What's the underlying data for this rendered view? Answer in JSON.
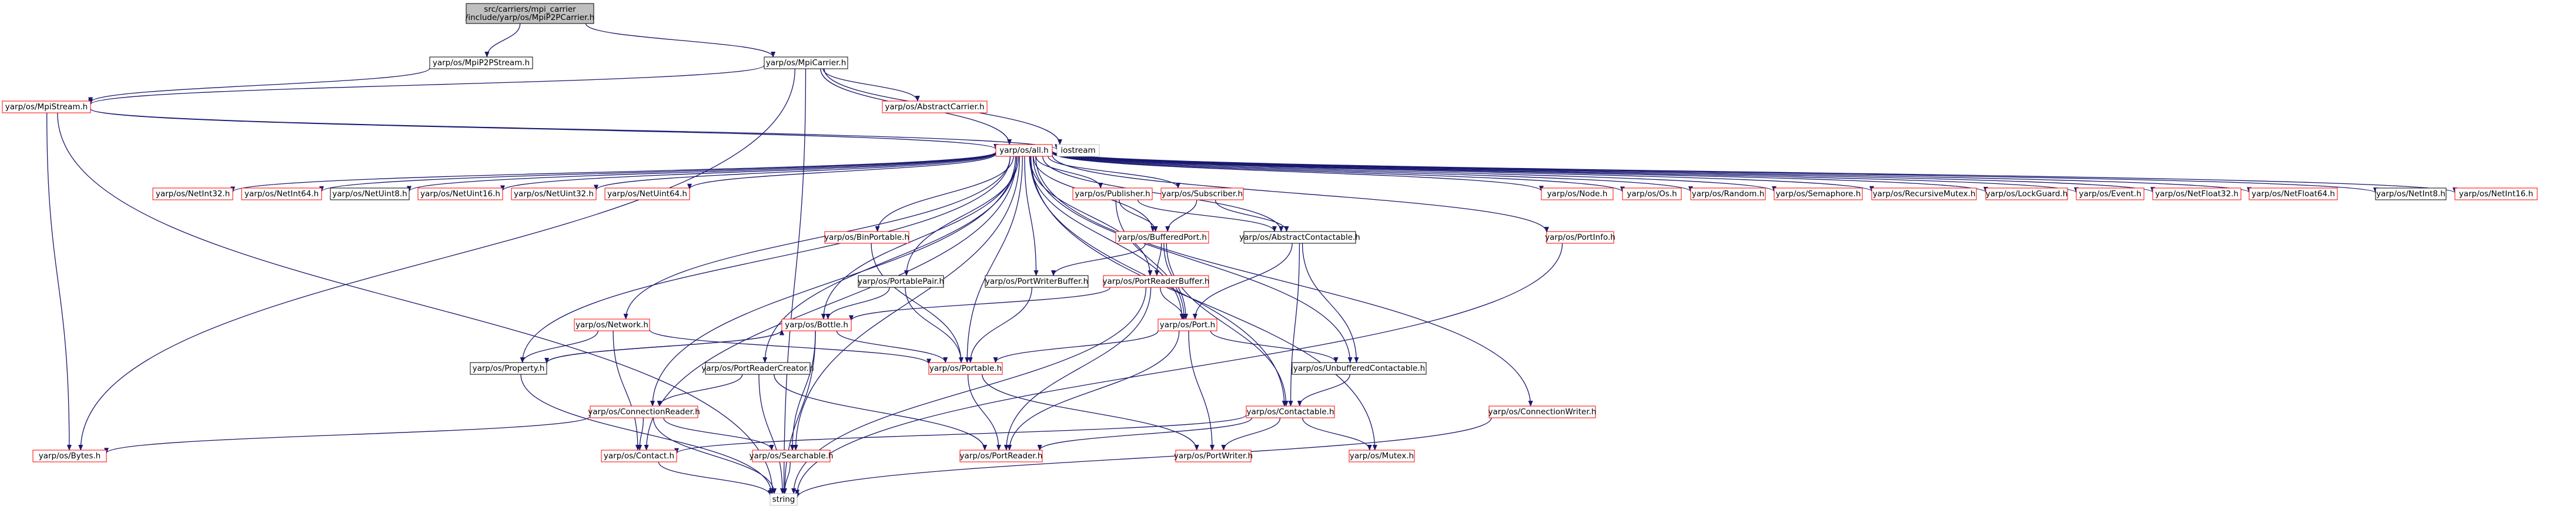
{
  "nodes": [
    {
      "id": "root",
      "lines": [
        "src/carriers/mpi_carrier",
        "/include/yarp/os/MpiP2PCarrier.h"
      ],
      "style": "root"
    },
    {
      "id": "p2pstream",
      "lines": [
        "yarp/os/MpiP2PStream.h"
      ],
      "style": "black"
    },
    {
      "id": "mpicarrier",
      "lines": [
        "yarp/os/MpiCarrier.h"
      ],
      "style": "black"
    },
    {
      "id": "mpistream",
      "lines": [
        "yarp/os/MpiStream.h"
      ],
      "style": "red"
    },
    {
      "id": "abstractcarrier",
      "lines": [
        "yarp/os/AbstractCarrier.h"
      ],
      "style": "red"
    },
    {
      "id": "iostream",
      "lines": [
        "iostream"
      ],
      "style": "gray"
    },
    {
      "id": "all",
      "lines": [
        "yarp/os/all.h"
      ],
      "style": "red"
    },
    {
      "id": "netint32",
      "lines": [
        "yarp/os/NetInt32.h"
      ],
      "style": "red"
    },
    {
      "id": "netint64",
      "lines": [
        "yarp/os/NetInt64.h"
      ],
      "style": "red"
    },
    {
      "id": "netuint8",
      "lines": [
        "yarp/os/NetUint8.h"
      ],
      "style": "black"
    },
    {
      "id": "netuint16",
      "lines": [
        "yarp/os/NetUint16.h"
      ],
      "style": "red"
    },
    {
      "id": "netuint32",
      "lines": [
        "yarp/os/NetUint32.h"
      ],
      "style": "red"
    },
    {
      "id": "netuint64",
      "lines": [
        "yarp/os/NetUint64.h"
      ],
      "style": "red"
    },
    {
      "id": "publisher",
      "lines": [
        "yarp/os/Publisher.h"
      ],
      "style": "red"
    },
    {
      "id": "subscriber",
      "lines": [
        "yarp/os/Subscriber.h"
      ],
      "style": "red"
    },
    {
      "id": "node",
      "lines": [
        "yarp/os/Node.h"
      ],
      "style": "red"
    },
    {
      "id": "os",
      "lines": [
        "yarp/os/Os.h"
      ],
      "style": "red"
    },
    {
      "id": "random",
      "lines": [
        "yarp/os/Random.h"
      ],
      "style": "red"
    },
    {
      "id": "semaphore",
      "lines": [
        "yarp/os/Semaphore.h"
      ],
      "style": "red"
    },
    {
      "id": "recmutex",
      "lines": [
        "yarp/os/RecursiveMutex.h"
      ],
      "style": "red"
    },
    {
      "id": "lockguard",
      "lines": [
        "yarp/os/LockGuard.h"
      ],
      "style": "red"
    },
    {
      "id": "event",
      "lines": [
        "yarp/os/Event.h"
      ],
      "style": "red"
    },
    {
      "id": "netfloat32",
      "lines": [
        "yarp/os/NetFloat32.h"
      ],
      "style": "red"
    },
    {
      "id": "netfloat64",
      "lines": [
        "yarp/os/NetFloat64.h"
      ],
      "style": "red"
    },
    {
      "id": "netint8",
      "lines": [
        "yarp/os/NetInt8.h"
      ],
      "style": "black"
    },
    {
      "id": "netint16",
      "lines": [
        "yarp/os/NetInt16.h"
      ],
      "style": "red"
    },
    {
      "id": "binportable",
      "lines": [
        "yarp/os/BinPortable.h"
      ],
      "style": "red"
    },
    {
      "id": "bufferedport",
      "lines": [
        "yarp/os/BufferedPort.h"
      ],
      "style": "red"
    },
    {
      "id": "abscontactable",
      "lines": [
        "yarp/os/AbstractContactable.h"
      ],
      "style": "black"
    },
    {
      "id": "portinfo",
      "lines": [
        "yarp/os/PortInfo.h"
      ],
      "style": "red"
    },
    {
      "id": "portablepair",
      "lines": [
        "yarp/os/PortablePair.h"
      ],
      "style": "black"
    },
    {
      "id": "portwriterbuffer",
      "lines": [
        "yarp/os/PortWriterBuffer.h"
      ],
      "style": "black"
    },
    {
      "id": "portreaderbuffer",
      "lines": [
        "yarp/os/PortReaderBuffer.h"
      ],
      "style": "red"
    },
    {
      "id": "network",
      "lines": [
        "yarp/os/Network.h"
      ],
      "style": "red"
    },
    {
      "id": "bottle",
      "lines": [
        "yarp/os/Bottle.h"
      ],
      "style": "red"
    },
    {
      "id": "port",
      "lines": [
        "yarp/os/Port.h"
      ],
      "style": "red"
    },
    {
      "id": "property",
      "lines": [
        "yarp/os/Property.h"
      ],
      "style": "black"
    },
    {
      "id": "portablehdr",
      "lines": [
        "yarp/os/Portable.h"
      ],
      "style": "red"
    },
    {
      "id": "unbuffered",
      "lines": [
        "yarp/os/UnbufferedContactable.h"
      ],
      "style": "black"
    },
    {
      "id": "portreadercreator",
      "lines": [
        "yarp/os/PortReaderCreator.h"
      ],
      "style": "black"
    },
    {
      "id": "connectionreader",
      "lines": [
        "yarp/os/ConnectionReader.h"
      ],
      "style": "red"
    },
    {
      "id": "contactable",
      "lines": [
        "yarp/os/Contactable.h"
      ],
      "style": "red"
    },
    {
      "id": "connectionwriter",
      "lines": [
        "yarp/os/ConnectionWriter.h"
      ],
      "style": "red"
    },
    {
      "id": "bytes",
      "lines": [
        "yarp/os/Bytes.h"
      ],
      "style": "red"
    },
    {
      "id": "contact",
      "lines": [
        "yarp/os/Contact.h"
      ],
      "style": "red"
    },
    {
      "id": "searchable",
      "lines": [
        "yarp/os/Searchable.h"
      ],
      "style": "red"
    },
    {
      "id": "portreader",
      "lines": [
        "yarp/os/PortReader.h"
      ],
      "style": "red"
    },
    {
      "id": "portwriter",
      "lines": [
        "yarp/os/PortWriter.h"
      ],
      "style": "red"
    },
    {
      "id": "mutex",
      "lines": [
        "yarp/os/Mutex.h"
      ],
      "style": "red"
    },
    {
      "id": "string",
      "lines": [
        "string"
      ],
      "style": "gray"
    }
  ],
  "edges": [
    [
      "root",
      "p2pstream"
    ],
    [
      "root",
      "mpicarrier"
    ],
    [
      "p2pstream",
      "mpistream"
    ],
    [
      "mpicarrier",
      "mpistream"
    ],
    [
      "mpicarrier",
      "abstractcarrier"
    ],
    [
      "mpicarrier",
      "iostream"
    ],
    [
      "mpicarrier",
      "all"
    ],
    [
      "mpicarrier",
      "bytes"
    ],
    [
      "mpicarrier",
      "string"
    ],
    [
      "mpistream",
      "iostream"
    ],
    [
      "mpistream",
      "all"
    ],
    [
      "mpistream",
      "bytes"
    ],
    [
      "mpistream",
      "string"
    ],
    [
      "all",
      "netint32"
    ],
    [
      "all",
      "netint64"
    ],
    [
      "all",
      "netuint8"
    ],
    [
      "all",
      "netuint16"
    ],
    [
      "all",
      "netuint32"
    ],
    [
      "all",
      "netuint64"
    ],
    [
      "all",
      "publisher"
    ],
    [
      "all",
      "subscriber"
    ],
    [
      "all",
      "node"
    ],
    [
      "all",
      "os"
    ],
    [
      "all",
      "random"
    ],
    [
      "all",
      "semaphore"
    ],
    [
      "all",
      "recmutex"
    ],
    [
      "all",
      "lockguard"
    ],
    [
      "all",
      "event"
    ],
    [
      "all",
      "netfloat32"
    ],
    [
      "all",
      "netfloat64"
    ],
    [
      "all",
      "netint8"
    ],
    [
      "all",
      "netint16"
    ],
    [
      "all",
      "binportable"
    ],
    [
      "all",
      "bufferedport"
    ],
    [
      "all",
      "abscontactable"
    ],
    [
      "all",
      "portinfo"
    ],
    [
      "all",
      "portablepair"
    ],
    [
      "all",
      "portwriterbuffer"
    ],
    [
      "all",
      "portreaderbuffer"
    ],
    [
      "all",
      "network"
    ],
    [
      "all",
      "bottle"
    ],
    [
      "all",
      "port"
    ],
    [
      "all",
      "property"
    ],
    [
      "all",
      "portablehdr"
    ],
    [
      "all",
      "unbuffered"
    ],
    [
      "all",
      "portreadercreator"
    ],
    [
      "all",
      "connectionreader"
    ],
    [
      "all",
      "contactable"
    ],
    [
      "all",
      "connectionwriter"
    ],
    [
      "all",
      "contact"
    ],
    [
      "all",
      "searchable"
    ],
    [
      "all",
      "mutex"
    ],
    [
      "publisher",
      "bufferedport"
    ],
    [
      "publisher",
      "abscontactable"
    ],
    [
      "publisher",
      "port"
    ],
    [
      "subscriber",
      "bufferedport"
    ],
    [
      "subscriber",
      "abscontactable"
    ],
    [
      "bufferedport",
      "portreaderbuffer"
    ],
    [
      "bufferedport",
      "portwriterbuffer"
    ],
    [
      "bufferedport",
      "port"
    ],
    [
      "bufferedport",
      "contactable"
    ],
    [
      "abscontactable",
      "port"
    ],
    [
      "abscontactable",
      "unbuffered"
    ],
    [
      "abscontactable",
      "contactable"
    ],
    [
      "binportable",
      "portablehdr"
    ],
    [
      "portablepair",
      "portablehdr"
    ],
    [
      "portablepair",
      "bottle"
    ],
    [
      "portwriterbuffer",
      "portablehdr"
    ],
    [
      "portreaderbuffer",
      "port"
    ],
    [
      "portreaderbuffer",
      "portreader"
    ],
    [
      "portreaderbuffer",
      "bottle"
    ],
    [
      "portreaderbuffer",
      "string"
    ],
    [
      "network",
      "property"
    ],
    [
      "network",
      "contact"
    ],
    [
      "network",
      "portablehdr"
    ],
    [
      "bottle",
      "property"
    ],
    [
      "bottle",
      "portablehdr"
    ],
    [
      "bottle",
      "searchable"
    ],
    [
      "bottle",
      "string"
    ],
    [
      "port",
      "unbuffered"
    ],
    [
      "port",
      "portablehdr"
    ],
    [
      "port",
      "portreader"
    ],
    [
      "port",
      "portwriter"
    ],
    [
      "property",
      "bottle"
    ],
    [
      "property",
      "string"
    ],
    [
      "portablehdr",
      "portreader"
    ],
    [
      "portablehdr",
      "portwriter"
    ],
    [
      "unbuffered",
      "contactable"
    ],
    [
      "portreadercreator",
      "connectionreader"
    ],
    [
      "portreadercreator",
      "portreader"
    ],
    [
      "portreadercreator",
      "string"
    ],
    [
      "connectionreader",
      "bytes"
    ],
    [
      "connectionreader",
      "contact"
    ],
    [
      "connectionreader",
      "searchable"
    ],
    [
      "connectionreader",
      "string"
    ],
    [
      "contactable",
      "contact"
    ],
    [
      "contactable",
      "portreader"
    ],
    [
      "contactable",
      "portwriter"
    ],
    [
      "contactable",
      "mutex"
    ],
    [
      "connectionwriter",
      "string"
    ],
    [
      "contact",
      "string"
    ],
    [
      "searchable",
      "string"
    ],
    [
      "portinfo",
      "string"
    ]
  ],
  "colors": {
    "black": "#000000",
    "red": "#ff0000",
    "gray": "#bfbfbf",
    "root_fill": "#bfbfbf",
    "edge": "#191970",
    "background": "#ffffff"
  }
}
